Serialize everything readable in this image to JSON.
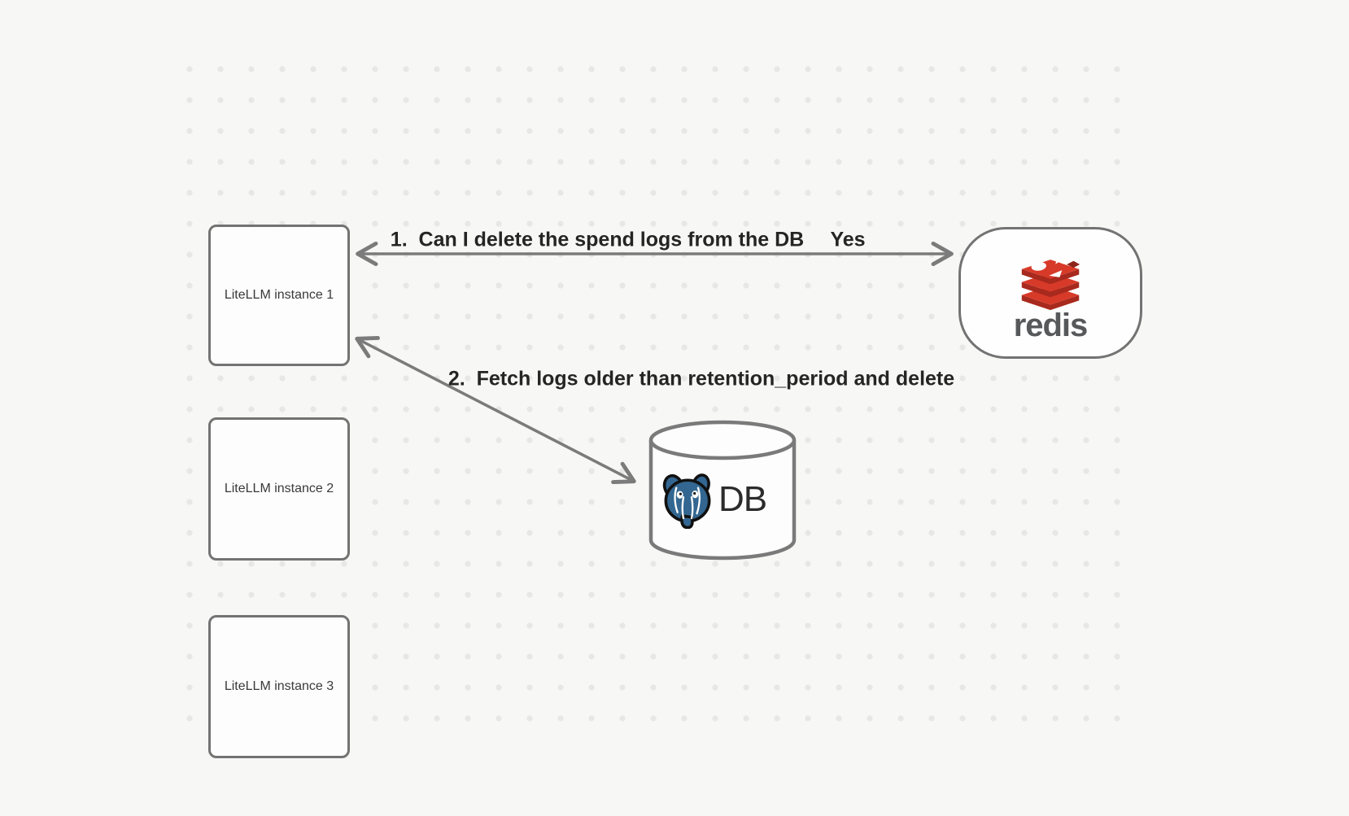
{
  "canvas": {
    "background_color": "#f7f7f5",
    "dot_color": "#e7e7e5"
  },
  "nodes": {
    "litellm_instances": [
      {
        "label": "LiteLLM instance 1"
      },
      {
        "label": "LiteLLM instance 2"
      },
      {
        "label": "LiteLLM instance 3"
      }
    ],
    "redis": {
      "wordmark": "redis",
      "icon": "redis-logo",
      "colors": {
        "red": "#d73a28",
        "dark_red": "#a8291d",
        "hole_red": "#8c241a",
        "wordmark_gray": "#57585a"
      }
    },
    "db": {
      "label": "DB",
      "icon": "postgresql-elephant-logo",
      "colors": {
        "postgres_blue": "#336791"
      }
    }
  },
  "edges": [
    {
      "id": "litellm1-to-redis",
      "label": "1.  Can I delete the spend logs from the DB",
      "response": "Yes",
      "style": "double-headed-arrow"
    },
    {
      "id": "litellm1-to-db",
      "label": "2.  Fetch logs older than retention_period and delete",
      "style": "double-headed-arrow"
    }
  ]
}
